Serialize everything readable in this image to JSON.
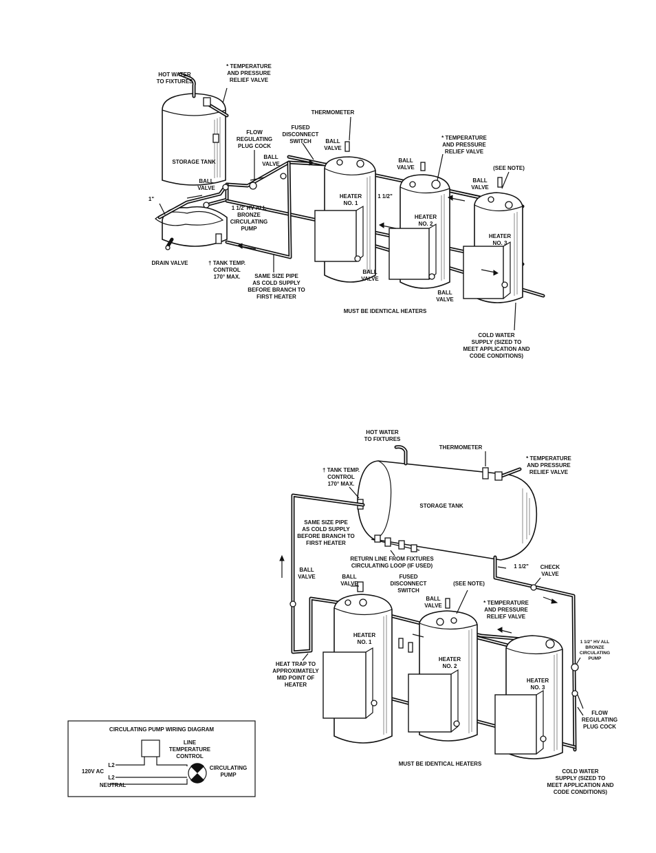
{
  "top_diagram": {
    "hot_water_to_fixtures": [
      "HOT WATER",
      "TO FIXTURES"
    ],
    "tp_relief_valve_top": [
      "* TEMPERATURE",
      "AND PRESSURE",
      "RELIEF VALVE"
    ],
    "thermometer": "THERMOMETER",
    "fused_disconnect": [
      "FUSED",
      "DISCONNECT",
      "SWITCH"
    ],
    "flow_regulating": [
      "FLOW",
      "REGULATING",
      "PLUG COCK"
    ],
    "ball_valve_a": [
      "BALL",
      "VALVE"
    ],
    "ball_valve_b": [
      "BALL",
      "VALVE"
    ],
    "ball_valve_c": [
      "BALL",
      "VALVE"
    ],
    "ball_valve_d": [
      "BALL",
      "VALVE"
    ],
    "ball_valve_e": [
      "BALL",
      "VALVE"
    ],
    "ball_valve_f": [
      "BALL",
      "VALVE"
    ],
    "ball_valve_g": [
      "BALL",
      "VALVE"
    ],
    "tp_relief_valve_heater": [
      "* TEMPERATURE",
      "AND PRESSURE",
      "RELIEF VALVE"
    ],
    "see_note": "(SEE NOTE)",
    "storage_tank": "STORAGE TANK",
    "one_inch": "1\"",
    "pump": [
      "1 1/2' HV ALL",
      "BRONZE",
      "CIRCULATING",
      "PUMP"
    ],
    "pipe_size": "1 1/2\"",
    "heater1": [
      "HEATER",
      "NO. 1"
    ],
    "heater2": [
      "HEATER",
      "NO. 2"
    ],
    "heater3": [
      "HEATER",
      "NO. 3"
    ],
    "drain_valve": "DRAIN VALVE",
    "tank_temp": [
      "† TANK TEMP.",
      "CONTROL",
      "170° MAX."
    ],
    "same_size": [
      "SAME SIZE PIPE",
      "AS COLD SUPPLY",
      "BEFORE BRANCH TO",
      "FIRST HEATER"
    ],
    "identical": "MUST BE IDENTICAL HEATERS",
    "cold_water": [
      "COLD WATER",
      "SUPPLY (SIZED TO",
      "MEET APPLICATION AND",
      "CODE CONDITIONS)"
    ]
  },
  "bottom_diagram": {
    "hot_water_to_fixtures": [
      "HOT WATER",
      "TO FIXTURES"
    ],
    "thermometer": "THERMOMETER",
    "tp_relief_valve_top": [
      "* TEMPERATURE",
      "AND PRESSURE",
      "RELIEF VALVE"
    ],
    "tank_temp": [
      "† TANK TEMP.",
      "CONTROL",
      "170° MAX."
    ],
    "storage_tank": "STORAGE TANK",
    "same_size": [
      "SAME SIZE PIPE",
      "AS COLD SUPPLY",
      "BEFORE BRANCH TO",
      "FIRST HEATER"
    ],
    "return_line": [
      "RETURN LINE FROM FIXTURES",
      "CIRCULATING LOOP (IF USED)"
    ],
    "pipe_size": "1 1/2\"",
    "check_valve": [
      "CHECK",
      "VALVE"
    ],
    "ball_valve_a": [
      "BALL",
      "VALVE"
    ],
    "ball_valve_b": [
      "BALL",
      "VALVE"
    ],
    "ball_valve_c": [
      "BALL",
      "VALVE"
    ],
    "fused_disconnect": [
      "FUSED",
      "DISCONNECT",
      "SWITCH"
    ],
    "see_note": "(SEE NOTE)",
    "tp_relief_valve_heater": [
      "* TEMPERATURE",
      "AND PRESSURE",
      "RELIEF VALVE"
    ],
    "heater1": [
      "HEATER",
      "NO. 1"
    ],
    "heater2": [
      "HEATER",
      "NO. 2"
    ],
    "heater3": [
      "HEATER",
      "NO. 3"
    ],
    "pump": [
      "1 1/2\" HV ALL",
      "BRONZE",
      "CIRCULATING",
      "PUMP"
    ],
    "heat_trap": [
      "HEAT TRAP TO",
      "APPROXIMATELY",
      "MID POINT OF",
      "HEATER"
    ],
    "flow_regulating": [
      "FLOW",
      "REGULATING",
      "PLUG COCK"
    ],
    "identical": "MUST BE IDENTICAL HEATERS",
    "cold_water": [
      "COLD WATER",
      "SUPPLY (SIZED TO",
      "MEET APPLICATION AND",
      "CODE CONDITIONS)"
    ]
  },
  "wiring": {
    "title": "CIRCULATING PUMP WIRING DIAGRAM",
    "line_temp": [
      "LINE",
      "TEMPERATURE",
      "CONTROL"
    ],
    "l2_top": "L2",
    "l2_bottom": "L2",
    "voltage": "120V AC",
    "neutral": "NEUTRAL",
    "pump": [
      "CIRCULATING",
      "PUMP"
    ]
  }
}
